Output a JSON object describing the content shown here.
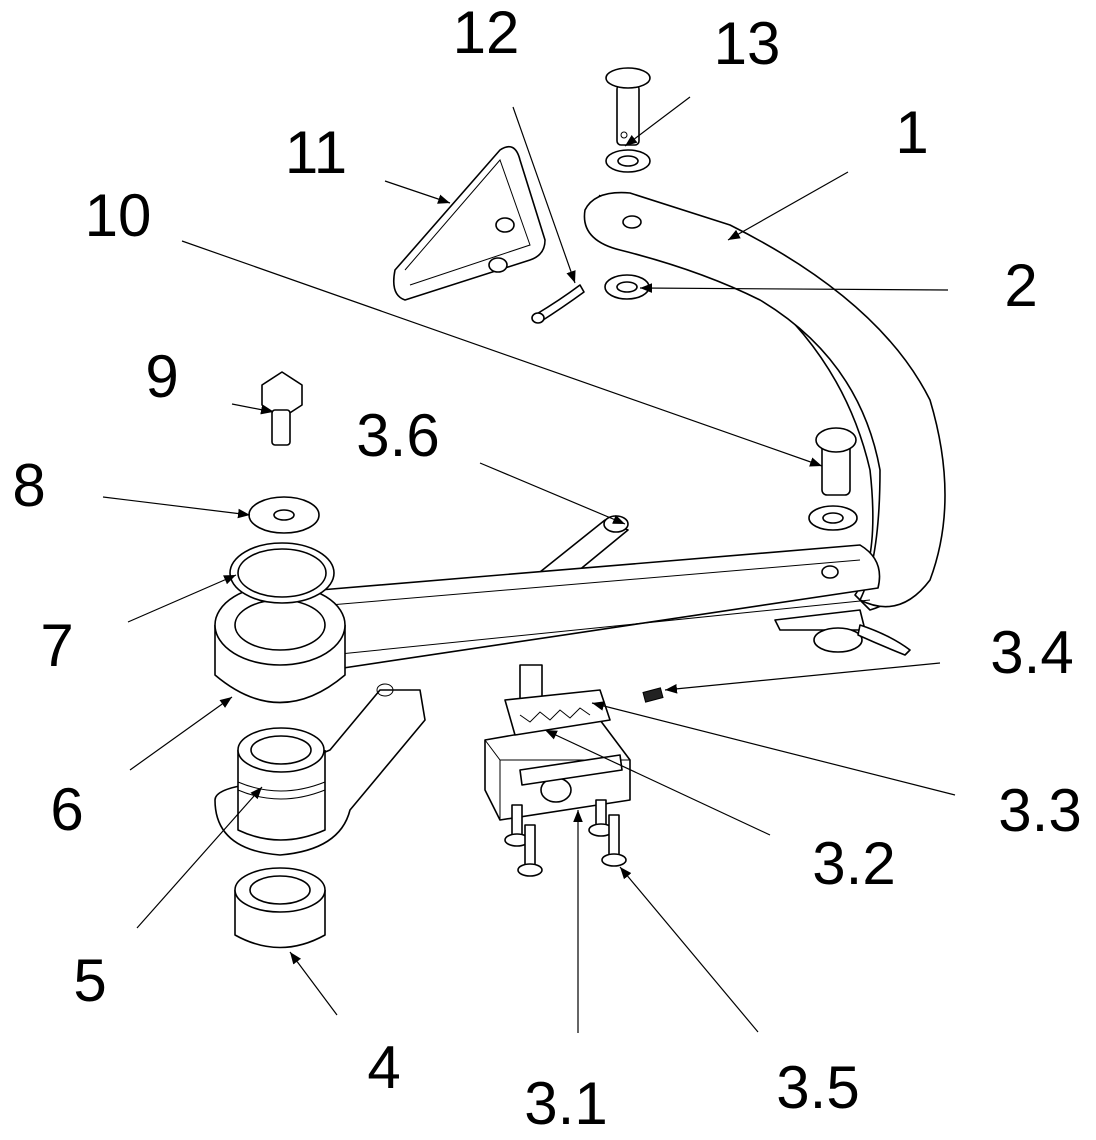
{
  "diagram": {
    "labels": {
      "p1": "1",
      "p2": "2",
      "p3_1": "3.1",
      "p3_2": "3.2",
      "p3_3": "3.3",
      "p3_4": "3.4",
      "p3_5": "3.5",
      "p3_6": "3.6",
      "p4": "4",
      "p5": "5",
      "p6": "6",
      "p7": "7",
      "p8": "8",
      "p9": "9",
      "p10": "10",
      "p11": "11",
      "p12": "12",
      "p13": "13"
    },
    "colors": {
      "line": "#000000",
      "background": "#ffffff"
    }
  }
}
